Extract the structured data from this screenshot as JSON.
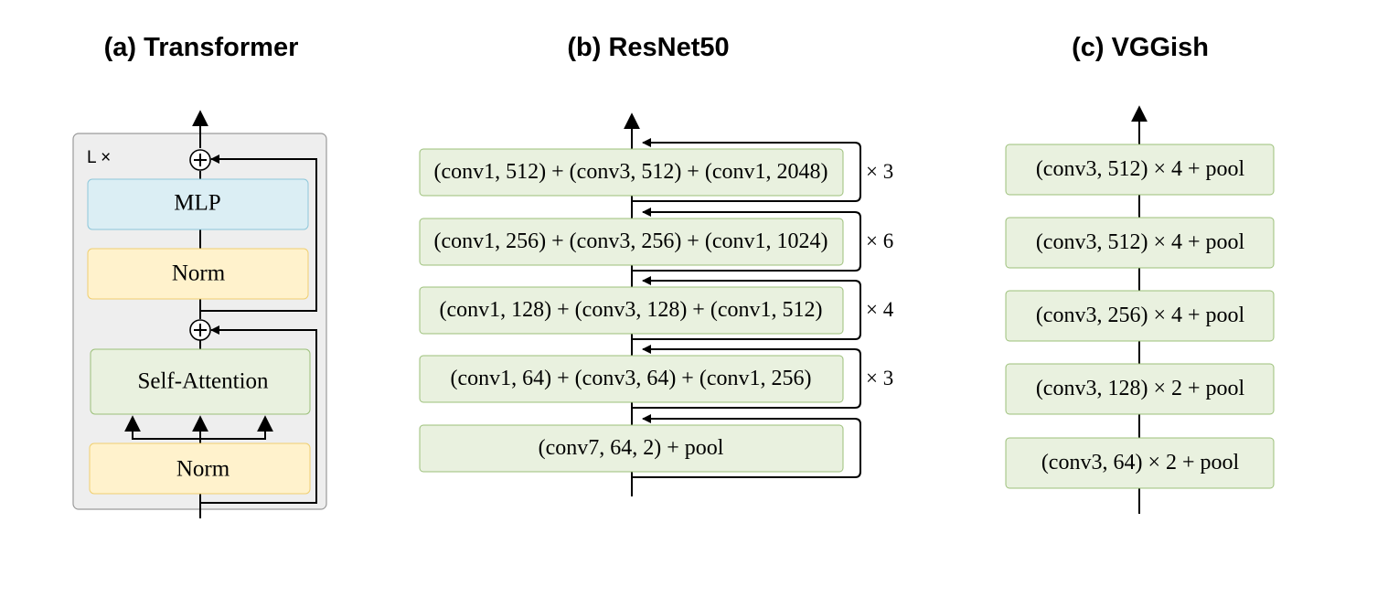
{
  "titles": {
    "a": "(a) Transformer",
    "b": "(b) ResNet50",
    "c": "(c) VGGish"
  },
  "transformer": {
    "repeat_label": "L ×",
    "mlp": "MLP",
    "norm_top": "Norm",
    "attention": "Self-Attention",
    "norm_bottom": "Norm",
    "add_symbol": "+"
  },
  "resnet": {
    "blocks": [
      {
        "label": "(conv1, 512) + (conv3, 512) + (conv1, 2048)",
        "repeat": "× 3"
      },
      {
        "label": "(conv1, 256) + (conv3, 256) + (conv1, 1024)",
        "repeat": "× 6"
      },
      {
        "label": "(conv1, 128) + (conv3, 128) + (conv1, 512)",
        "repeat": "× 4"
      },
      {
        "label": "(conv1, 64) + (conv3, 64) + (conv1, 256)",
        "repeat": "× 3"
      },
      {
        "label": "(conv7, 64, 2) + pool",
        "repeat": ""
      }
    ]
  },
  "vggish": {
    "blocks": [
      "(conv3, 512) × 4 + pool",
      "(conv3, 512) × 4 + pool",
      "(conv3, 256) × 4 + pool",
      "(conv3, 128) × 2 + pool",
      "(conv3, 64) × 2 + pool"
    ]
  },
  "colors": {
    "conv_fill": "#e9f1df",
    "conv_stroke": "#9cc07a",
    "mlp_fill": "#dbeef4",
    "norm_fill": "#fff2cc",
    "panel_fill": "#eeeeee"
  }
}
